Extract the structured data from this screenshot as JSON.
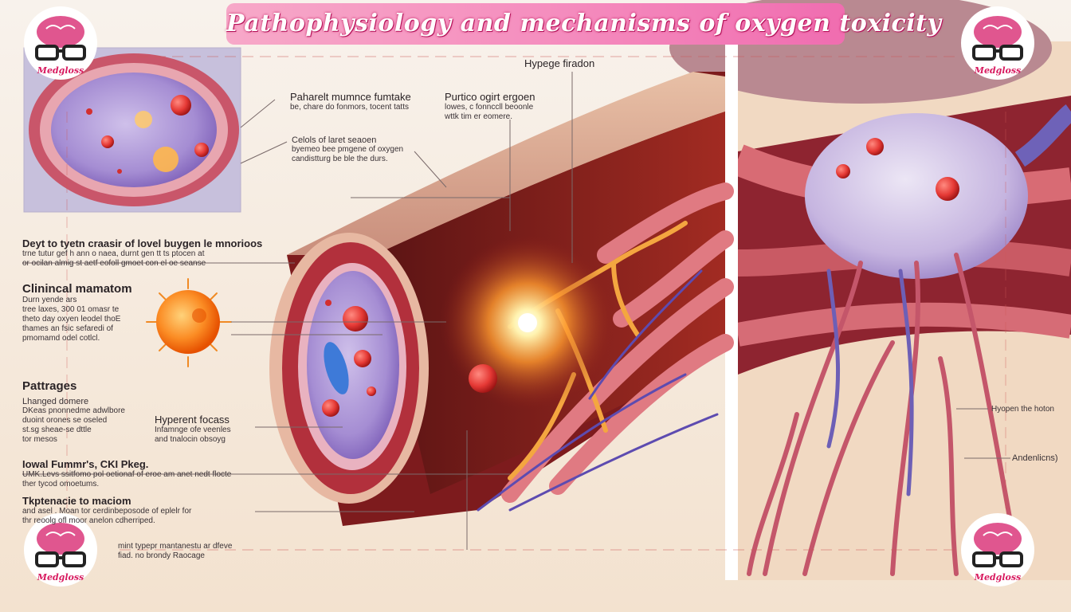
{
  "banner": {
    "title": "Pathophysiology and mechanisms of oxygen toxicity",
    "color": "#f58fbf"
  },
  "brand": {
    "name": "Medgloss",
    "color": "#e0568f"
  },
  "labels": {
    "top_center_1": {
      "title": "Paharelt mumnce fumtake",
      "lines": [
        "be, chare do fonmors, tocent tatts"
      ]
    },
    "top_center_2": {
      "title": "Purtico ogirt ergoen",
      "lines": [
        "lowes, c fonnccll beoonle",
        "wttk tim er eomere."
      ]
    },
    "top_right": {
      "title": "Hypege firadon",
      "lines": []
    },
    "cell_label": {
      "title": "Celols of laret seaoen",
      "lines": [
        "byemeo bee pmgene of oxygen",
        "candistturg be ble the durs."
      ]
    },
    "left_1": {
      "title": "Deyt to tyetn craasir of lovel buygen le mnorioos",
      "lines": [
        "trne tutur gef h ann o naea, durnt gen tt ts ptocen at",
        "or ocilan almig st aetf eofoll gmoet con el oe seanse"
      ]
    },
    "left_2": {
      "title": "Clinincal mamatom",
      "lines": [
        "Durn yende ars",
        "tree laxes, 300 01 omasr te",
        "theto day oxyen leodel thoE",
        "thames an fsic sefaredi of",
        "pmomamd odel cotlcl."
      ]
    },
    "left_3": {
      "title": "Pattrages",
      "lines": []
    },
    "left_4": {
      "title": "Lhanged domere",
      "lines": [
        "DKeas pnonnedme adwlbore",
        "duoint orones se oseled",
        "st.sg sheae-se dttle",
        "tor mesos"
      ]
    },
    "center_low": {
      "title": "Hyperent focass",
      "lines": [
        "Infamnge ofe veenles",
        "and tnalocin obsoyg"
      ]
    },
    "left_5": {
      "title": "Iowal Fummr's, CKI Pkeg.",
      "lines": [
        "UMK.Levs ssitfomo pol oetionaf of eroe am anet nedt flocte",
        "ther tycod omoetums."
      ]
    },
    "left_6": {
      "title": "Tkptenacie to maciom",
      "lines": [
        "and asel           . Moan tor cerdinbeposode of eplelr for",
        "thr           reoolg ofl moor anelon cdherriped."
      ]
    },
    "left_7": {
      "title": "",
      "lines": [
        "mint typepr mantanestu ar dfeve",
        "fiad. no brondy Raocage"
      ]
    },
    "right_1": {
      "title": "",
      "lines": [
        "Hyopen the hoton"
      ]
    },
    "right_2": {
      "title": "",
      "lines": [
        "Andenlicns)"
      ]
    }
  }
}
